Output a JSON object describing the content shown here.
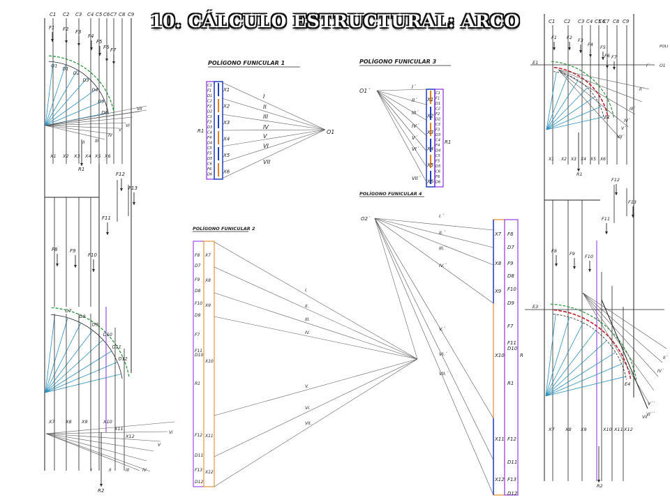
{
  "title": "10. CÁLCULO ESTRUCTURAL: ARCO",
  "colors": {
    "ink": "#222222",
    "thin": "#555555",
    "blue": "#1f3fbf",
    "orange": "#e0801a",
    "purple": "#8a2be2",
    "green": "#1f8f2f",
    "red": "#c0202a",
    "teal": "#2a8fbf"
  },
  "left_panel": {
    "columns": [
      "C1",
      "C2",
      "C3",
      "C4",
      "C5",
      "C6",
      "C7",
      "C8",
      "C9"
    ],
    "upper_forces": [
      "F1",
      "F2",
      "F3",
      "F4",
      "F5",
      "F6",
      "F7"
    ],
    "upper_arch_labels": [
      "O1",
      "D1",
      "D2",
      "D3",
      "D4",
      "D5",
      "D6"
    ],
    "upper_x": [
      "X1",
      "X2",
      "X3",
      "X4",
      "X5",
      "X6"
    ],
    "rays_upper": [
      "I",
      "II",
      "III",
      "IV",
      "V",
      "VI",
      "VII"
    ],
    "r1": "R1",
    "middle_forces": [
      "F8",
      "F9",
      "F10",
      "F11",
      "F12",
      "F13"
    ],
    "lower_arch_labels": [
      "D7",
      "D8",
      "D9",
      "D10",
      "D11",
      "D12"
    ],
    "lower_x": [
      "X7",
      "X8",
      "X9",
      "X10",
      "X11",
      "X12"
    ],
    "rays_lower": [
      "I",
      "II",
      "III",
      "IV",
      "V",
      "Vi"
    ],
    "r2": "R2"
  },
  "poly1": {
    "title": "POLÍGONO FUNICULAR 1",
    "left_cells": [
      "C1",
      "F1",
      "D1",
      "C2",
      "F2",
      "D2",
      "C3",
      "F3",
      "D3",
      "C4",
      "F4",
      "D4",
      "C5",
      "F5",
      "D5",
      "C6",
      "F6",
      "D6"
    ],
    "x": [
      "X1",
      "X2",
      "X3",
      "X4",
      "X5",
      "X6"
    ],
    "rays": [
      "I",
      "II",
      "III",
      "IV",
      "V",
      "VI",
      "VII"
    ],
    "pole": "O1",
    "resultant": "R1"
  },
  "poly3": {
    "title": "POLÍGONO FUNICULAR 3",
    "pole": "O1´",
    "rays": [
      "I´",
      "II´",
      "III´",
      "IV´",
      "V´",
      "VI´",
      "VII´"
    ],
    "x": [
      "X1",
      "X2",
      "X3",
      "X4",
      "X5",
      "X6"
    ],
    "right_cells": [
      "C1",
      "F1",
      "D1",
      "C2",
      "F2",
      "D2",
      "C3",
      "F3",
      "D3",
      "C4",
      "F4",
      "D4",
      "C5",
      "F5",
      "D5",
      "C6",
      "F6",
      "D6"
    ],
    "resultant": "R1"
  },
  "poly2": {
    "title": "POLÍGONO FUNICULAR 2",
    "left_labels": [
      "F8",
      "D7",
      "F9",
      "D8",
      "F10",
      "D9",
      "F7",
      "F11",
      "D10",
      "R1",
      "F12",
      "D11",
      "F13",
      "D12"
    ],
    "x": [
      "X7",
      "X8",
      "X9",
      "X10",
      "X11",
      "X12"
    ],
    "rays": [
      "I.",
      "II.",
      "III.",
      "IV.",
      "V.",
      "VI.",
      "VII."
    ]
  },
  "poly4": {
    "title": "POLÍGONO FUNICULAR 4",
    "pole": "O2´",
    "rays": [
      "I.´",
      "II.´",
      "III.´",
      "IV.´",
      "V.´",
      "VI.´",
      "VII.´"
    ],
    "x": [
      "X7",
      "X8",
      "X9",
      "X10",
      "X11",
      "X12"
    ],
    "right_labels": [
      "F8",
      "D7",
      "F9",
      "D8",
      "F10",
      "D9",
      "F7",
      "F11",
      "D10",
      "R1",
      "F12",
      "D11",
      "F13",
      "D12"
    ],
    "r": "R"
  },
  "right_panel": {
    "columns": [
      "C1",
      "C2",
      "C3",
      "C4",
      "C5",
      "C6",
      "C7",
      "C8",
      "C9"
    ],
    "upper_forces": [
      "F1",
      "F2",
      "F3",
      "F4",
      "F5",
      "F6",
      "F7"
    ],
    "e_labels": [
      "E1",
      "E2",
      "E3",
      "E4"
    ],
    "pole_tags": [
      "POLI",
      "O1"
    ],
    "rays_upper": [
      "I´",
      "II´",
      "III´",
      "IV´",
      "V´",
      "VI´",
      "VII´"
    ],
    "upper_x": [
      "X1",
      "X2",
      "X3",
      "X4",
      "X5",
      "X6"
    ],
    "r1": "R1",
    "middle_forces": [
      "F8",
      "F9",
      "F10",
      "F11",
      "F12",
      "F13"
    ],
    "lower_x": [
      "X7",
      "X8",
      "X9",
      "X10",
      "X11",
      "X12"
    ],
    "rays_lower": [
      "II´",
      "IV´",
      "V´´",
      "VI´´",
      "VII´"
    ],
    "r2": "R2"
  }
}
